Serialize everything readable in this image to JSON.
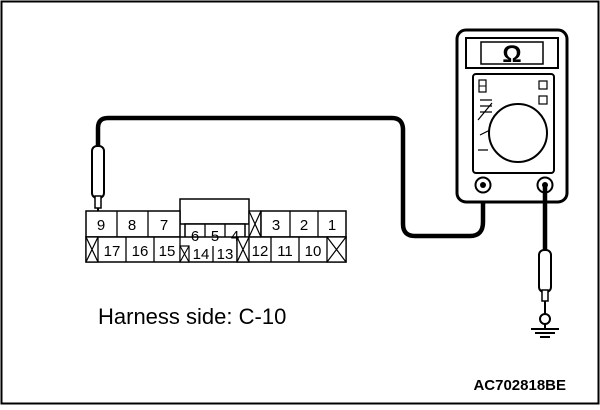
{
  "caption": "Harness side: C-10",
  "figure_code": "AC702818BE",
  "meter": {
    "unit_symbol": "Ω"
  },
  "connector": {
    "top_left": [
      "9",
      "8",
      "7"
    ],
    "top_mid": [
      "6",
      "5",
      "4"
    ],
    "top_right": [
      "3",
      "2",
      "1"
    ],
    "bottom": [
      "17",
      "16",
      "15",
      "14",
      "13",
      "12",
      "11",
      "10"
    ]
  }
}
